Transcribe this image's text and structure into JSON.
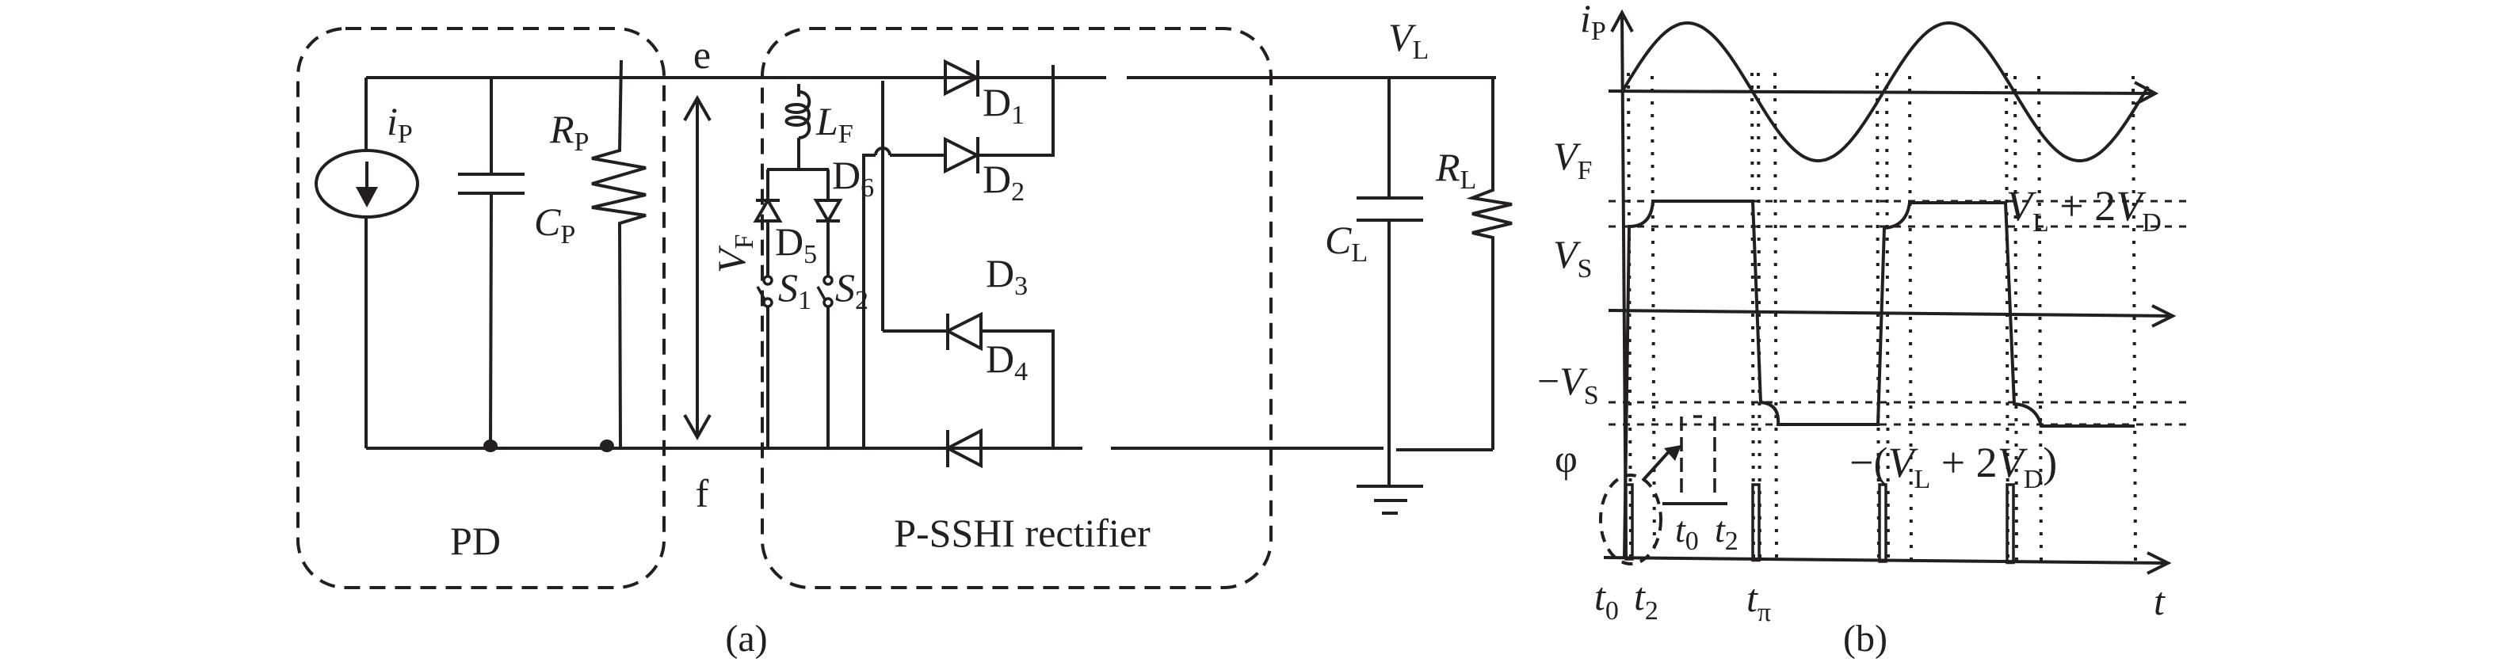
{
  "figure": {
    "panel_a": {
      "caption": "(a)",
      "blocks": {
        "pd": "PD",
        "rectifier": "P-SSHI rectifier"
      },
      "nodes": {
        "top": "e",
        "bottom": "f"
      },
      "components": {
        "current_source": {
          "symbol": "i",
          "sub": "P"
        },
        "cp": {
          "symbol": "C",
          "sub": "P"
        },
        "rp": {
          "symbol": "R",
          "sub": "P"
        },
        "vf": {
          "symbol": "V",
          "sub": "F"
        },
        "lf": {
          "symbol": "L",
          "sub": "F"
        },
        "d1": {
          "symbol": "D",
          "sub": "1"
        },
        "d2": {
          "symbol": "D",
          "sub": "2"
        },
        "d3": {
          "symbol": "D",
          "sub": "3"
        },
        "d4": {
          "symbol": "D",
          "sub": "4"
        },
        "d5": {
          "symbol": "D",
          "sub": "5"
        },
        "d6": {
          "symbol": "D",
          "sub": "6"
        },
        "s1": {
          "symbol": "S",
          "sub": "1"
        },
        "s2": {
          "symbol": "S",
          "sub": "2"
        },
        "vl": {
          "symbol": "V",
          "sub": "L"
        },
        "cl": {
          "symbol": "C",
          "sub": "L"
        },
        "rl": {
          "symbol": "R",
          "sub": "L"
        }
      }
    },
    "panel_b": {
      "caption": "(b)",
      "y_labels": {
        "ip": {
          "symbol": "i",
          "sub": "P"
        },
        "vf": {
          "symbol": "V",
          "sub": "F"
        },
        "vs": {
          "symbol": "V",
          "sub": "S"
        },
        "neg_vs": {
          "prefix": "−",
          "symbol": "V",
          "sub": "S"
        },
        "phi": "φ"
      },
      "level_labels": {
        "pos": {
          "a": "V",
          "a_sub": "L",
          "mid": " + 2",
          "b": "V",
          "b_sub": "D"
        },
        "neg": {
          "pre": "−(",
          "a": "V",
          "a_sub": "L",
          "mid": " + 2",
          "b": "V",
          "b_sub": "D",
          "post": ")"
        }
      },
      "time_labels": [
        {
          "symbol": "t",
          "sub": "0"
        },
        {
          "symbol": "t",
          "sub": "2"
        },
        {
          "symbol": "t",
          "sub": "π"
        }
      ],
      "inset_labels": [
        {
          "symbol": "t",
          "sub": "0"
        },
        {
          "symbol": "t",
          "sub": "2"
        }
      ],
      "x_axis_label": "t"
    }
  }
}
